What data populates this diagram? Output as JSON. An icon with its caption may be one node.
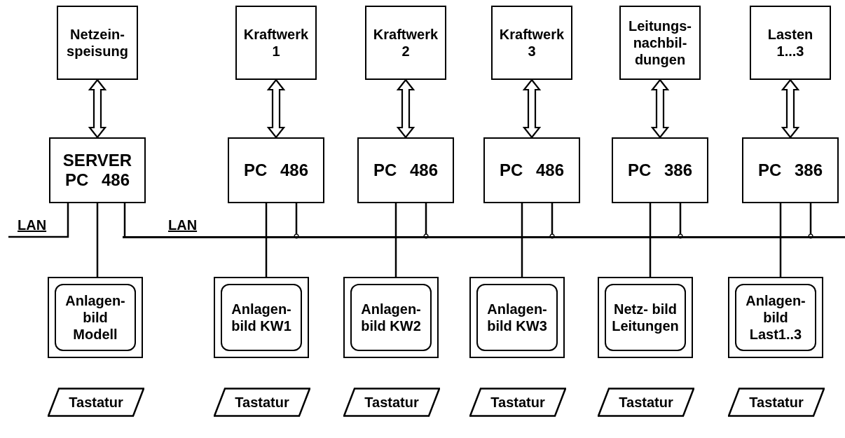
{
  "diagram": {
    "nodes": [
      {
        "text": [
          "Netzein- speisung"
        ]
      },
      {
        "text": [
          "Kraftwerk 1"
        ]
      },
      {
        "text": [
          "Kraftwerk 2"
        ]
      },
      {
        "text": [
          "Kraftwerk 3"
        ]
      },
      {
        "text": [
          "Leitungs- nachbil- dungen"
        ]
      },
      {
        "text": [
          "Lasten 1...3"
        ]
      },
      {
        "text": [
          "SERVER PC 486"
        ]
      },
      {
        "text": [
          "PC 486"
        ]
      },
      {
        "text": [
          "PC 486"
        ]
      },
      {
        "text": [
          "PC 486"
        ]
      },
      {
        "text": [
          "PC 386"
        ]
      },
      {
        "text": [
          "PC 386"
        ]
      },
      {
        "text": [
          "Anlagen- bild Modell"
        ]
      },
      {
        "text": [
          "Anlagen- bild KW1"
        ]
      },
      {
        "text": [
          "Anlagen- bild KW2"
        ]
      },
      {
        "text": [
          "Anlagen- bild KW3"
        ]
      },
      {
        "text": [
          "Netz- bild Leitungen"
        ]
      },
      {
        "text": [
          "Anlagen- bild Last1..3"
        ]
      },
      {
        "text": [
          "Tastatur"
        ]
      },
      {
        "text": [
          "Tastatur"
        ]
      },
      {
        "text": [
          "Tastatur"
        ]
      },
      {
        "text": [
          "Tastatur"
        ]
      },
      {
        "text": [
          "Tastatur"
        ]
      },
      {
        "text": [
          "Tastatur"
        ]
      },
      {
        "text": [],
        "shape": "bar"
      }
    ],
    "edges": [
      {
        "from": 0,
        "to": 6,
        "arrow": "both",
        "style": "thick"
      },
      {
        "from": 1,
        "to": 7,
        "arrow": "both",
        "style": "thick"
      },
      {
        "from": 2,
        "to": 8,
        "arrow": "both",
        "style": "thick"
      },
      {
        "from": 3,
        "to": 9,
        "arrow": "both",
        "style": "thick"
      },
      {
        "from": 4,
        "to": 10,
        "arrow": "both",
        "style": "thick"
      },
      {
        "from": 5,
        "to": 11,
        "arrow": "both",
        "style": "thick"
      },
      {
        "from": 6,
        "to": null,
        "arrow": "none"
      },
      {
        "from": 6,
        "to": 24,
        "arrow": "none"
      },
      {
        "from": 6,
        "to": 12,
        "arrow": "none"
      },
      {
        "from": 7,
        "to": 13,
        "arrow": "none"
      },
      {
        "from": 7,
        "to": 24,
        "arrow": "other"
      },
      {
        "from": 8,
        "to": 14,
        "arrow": "none"
      },
      {
        "from": 8,
        "to": 24,
        "arrow": "other"
      },
      {
        "from": 9,
        "to": 15,
        "arrow": "none"
      },
      {
        "from": 9,
        "to": 24,
        "arrow": "other"
      },
      {
        "from": 10,
        "to": 16,
        "arrow": "none"
      },
      {
        "from": 10,
        "to": 24,
        "arrow": "other"
      },
      {
        "from": 11,
        "to": 17,
        "arrow": "none"
      },
      {
        "from": 11,
        "to": 24,
        "arrow": "other"
      }
    ],
    "labels": [
      "LAN",
      "LAN"
    ]
  }
}
